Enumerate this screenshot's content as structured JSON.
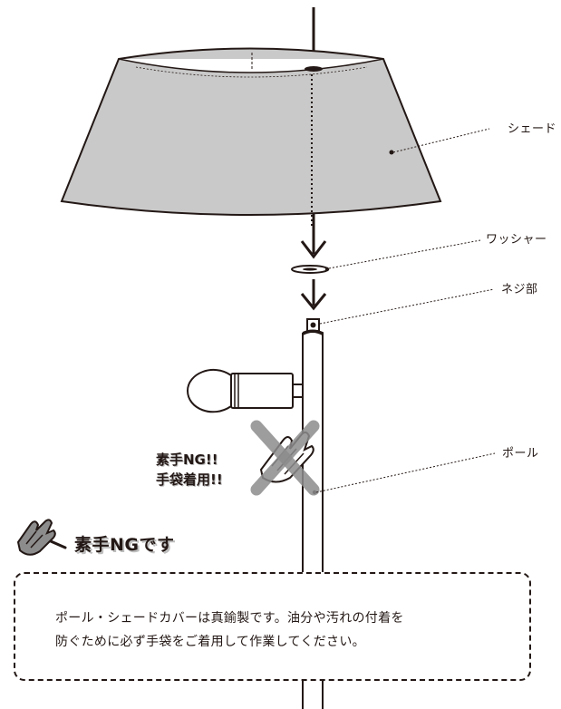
{
  "labels": {
    "shade": "シェード",
    "washer": "ワッシャー",
    "screw": "ネジ部",
    "pole": "ポール"
  },
  "warning": {
    "line1": "素手NG!!",
    "line2": "手袋着用!!",
    "title": "素手NGです"
  },
  "notice": {
    "line1": "ポール・シェードカバーは真鍮製です。油分や汚れの付着を",
    "line2": "防ぐために必ず手袋をご着用して作業してください。"
  },
  "colors": {
    "line": "#231815",
    "shade_fill": "#c9c9c9",
    "cross": "#8c8c8c"
  },
  "icons": [
    "arrow-down-icon",
    "no-bare-hands-icon",
    "hand-icon"
  ]
}
